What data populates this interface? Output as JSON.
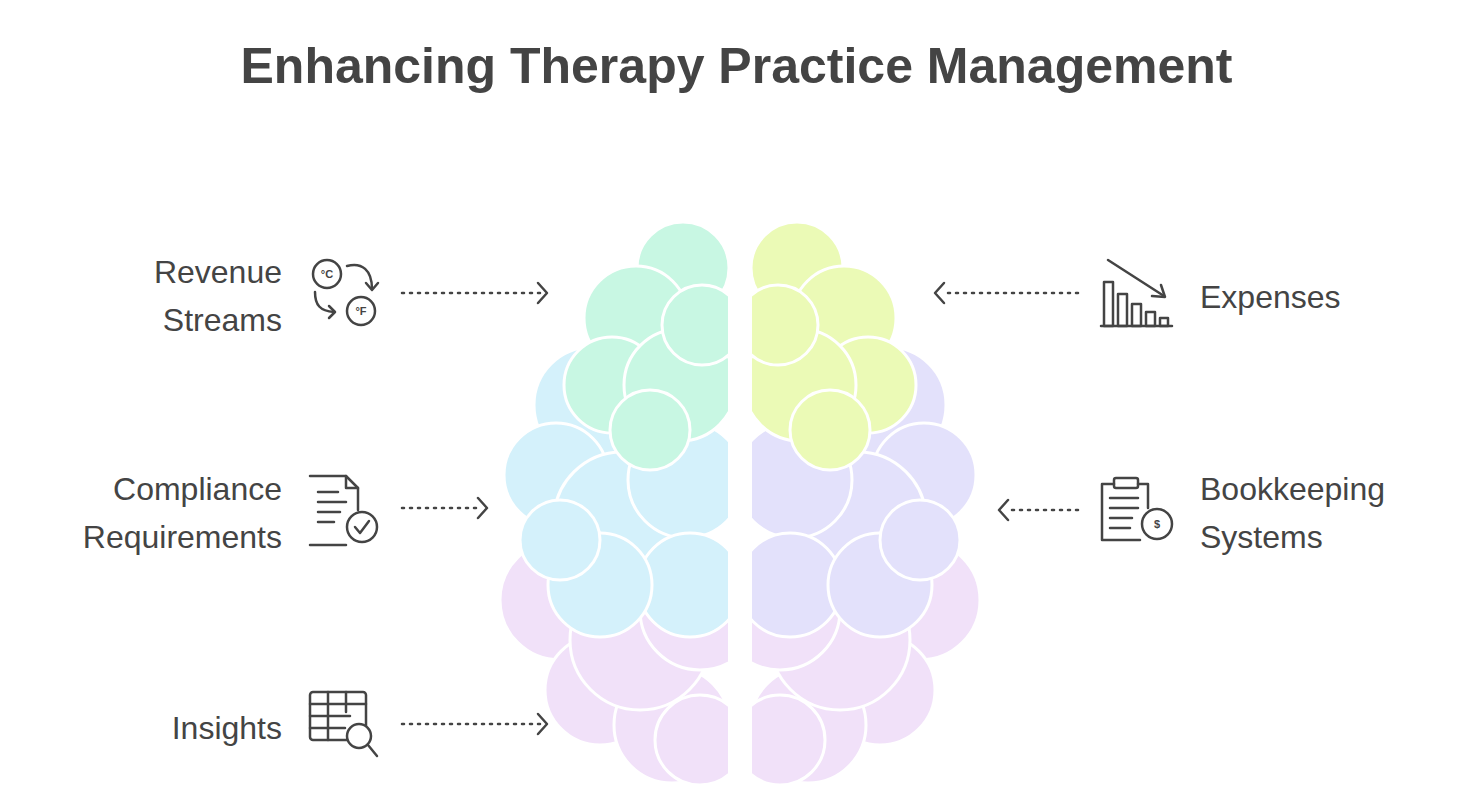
{
  "diagram": {
    "title": "Enhancing Therapy Practice Management",
    "labels": [
      "Revenue Streams",
      "Expenses",
      "Compliance Requirements",
      "Bookkeeping Systems",
      "Insights",
      "°C",
      "°F",
      "$"
    ]
  }
}
